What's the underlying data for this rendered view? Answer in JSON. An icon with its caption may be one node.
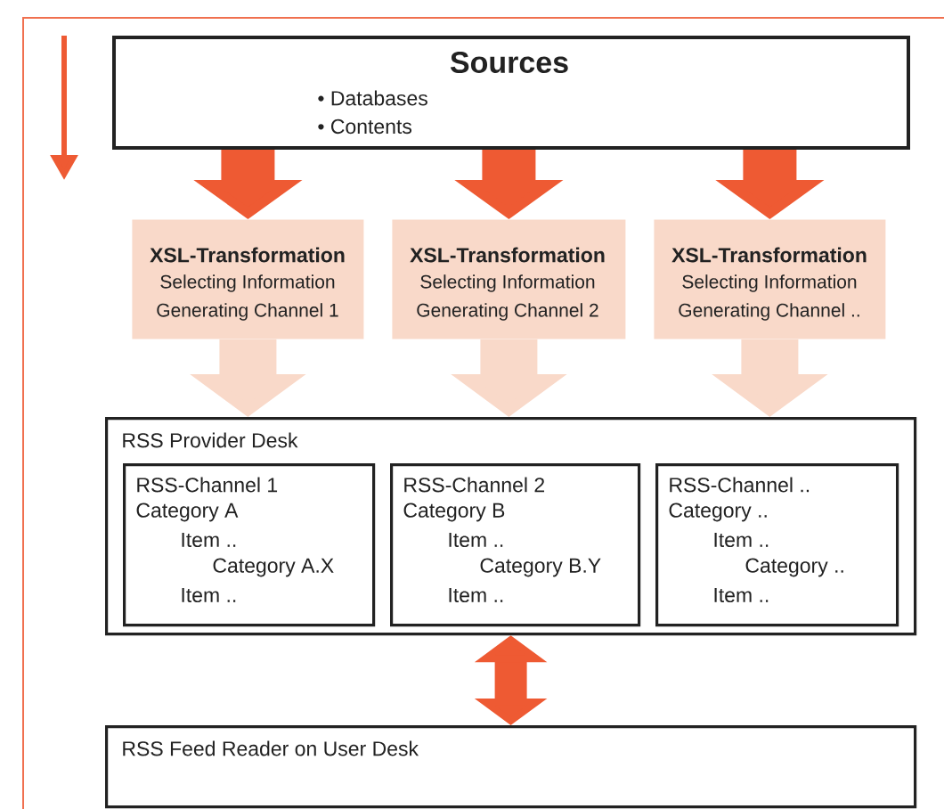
{
  "diagram": {
    "nodes": [
      {
        "text": [
          "Sources",
          "• Databases",
          "• Contents"
        ]
      },
      {
        "text": [
          "XSL-Transformation",
          "Selecting Information",
          "Generating Channel 1"
        ]
      },
      {
        "text": [
          "XSL-Transformation",
          "Selecting Information",
          "Generating Channel 2"
        ]
      },
      {
        "text": [
          "XSL-Transformation",
          "Selecting Information",
          "Generating Channel .."
        ]
      },
      {
        "text": [
          "RSS Provider Desk"
        ]
      },
      {
        "text": [
          "RSS-Channel 1",
          "Category A",
          "Item ..",
          "Category A.X",
          "Item .."
        ],
        "in": 4
      },
      {
        "text": [
          "RSS-Channel 2",
          "Category B",
          "Item ..",
          "Category B.Y",
          "Item .."
        ],
        "in": 4
      },
      {
        "text": [
          "RSS-Channel ..",
          "Category ..",
          "Item ..",
          "Category ..",
          "Item .."
        ],
        "in": 4
      },
      {
        "text": [
          "RSS Feed Reader on User Desk"
        ]
      }
    ],
    "edges": [
      {
        "from": 0,
        "to": 1,
        "arrow": "to"
      },
      {
        "from": 0,
        "to": 2,
        "arrow": "to"
      },
      {
        "from": 0,
        "to": 3,
        "arrow": "to"
      },
      {
        "from": 1,
        "to": 4,
        "arrow": "to",
        "color": "#f9d9c9"
      },
      {
        "from": 2,
        "to": 4,
        "arrow": "to",
        "color": "#f9d9c9"
      },
      {
        "from": 3,
        "to": 4,
        "arrow": "to",
        "color": "#f9d9c9"
      },
      {
        "from": 8,
        "to": 4,
        "arrow": "both"
      }
    ]
  }
}
